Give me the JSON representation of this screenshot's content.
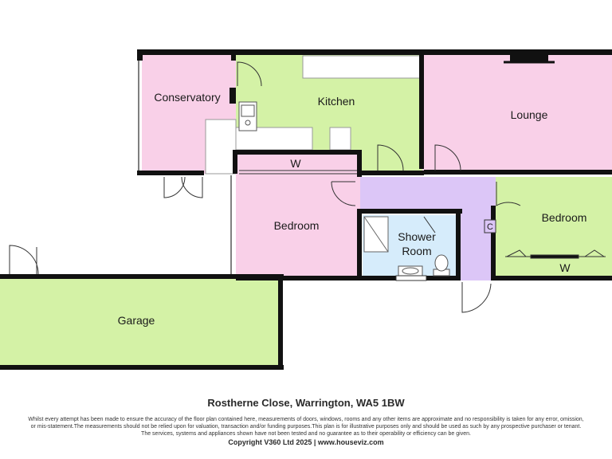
{
  "colors": {
    "pink": "#f9d0e8",
    "green": "#d4f2a6",
    "lilac": "#dcc6f7",
    "blue": "#d6ecfb",
    "wall": "#111111"
  },
  "rooms": {
    "conservatory": "Conservatory",
    "kitchen": "Kitchen",
    "lounge": "Lounge",
    "bedroom_1": "Bedroom",
    "bedroom_2": "Bedroom",
    "shower_line1": "Shower",
    "shower_line2": "Room",
    "garage": "Garage"
  },
  "wardrobe_label": "W",
  "cupboard_label": "C",
  "footer": {
    "address": "Rostherne Close, Warrington, WA5 1BW",
    "disclaimer_1": "Whilst every attempt has been made to ensure the accuracy of the floor plan contained here, measurements of doors, windows, rooms and any other items are approximate and no responsibility is taken for any error, omission,",
    "disclaimer_2": "or mis-statement.The measurements should not be relied upon for valuation, transaction and/or funding purposes.This plan is for illustrative purposes only and should be used as such by any prospective purchaser or tenant.",
    "disclaimer_3": "The services, systems and appliances shown have not been tested and no guarantee as to their operability or efficiency can be given.",
    "copyright": "Copyright V360 Ltd 2025 | www.houseviz.com"
  }
}
